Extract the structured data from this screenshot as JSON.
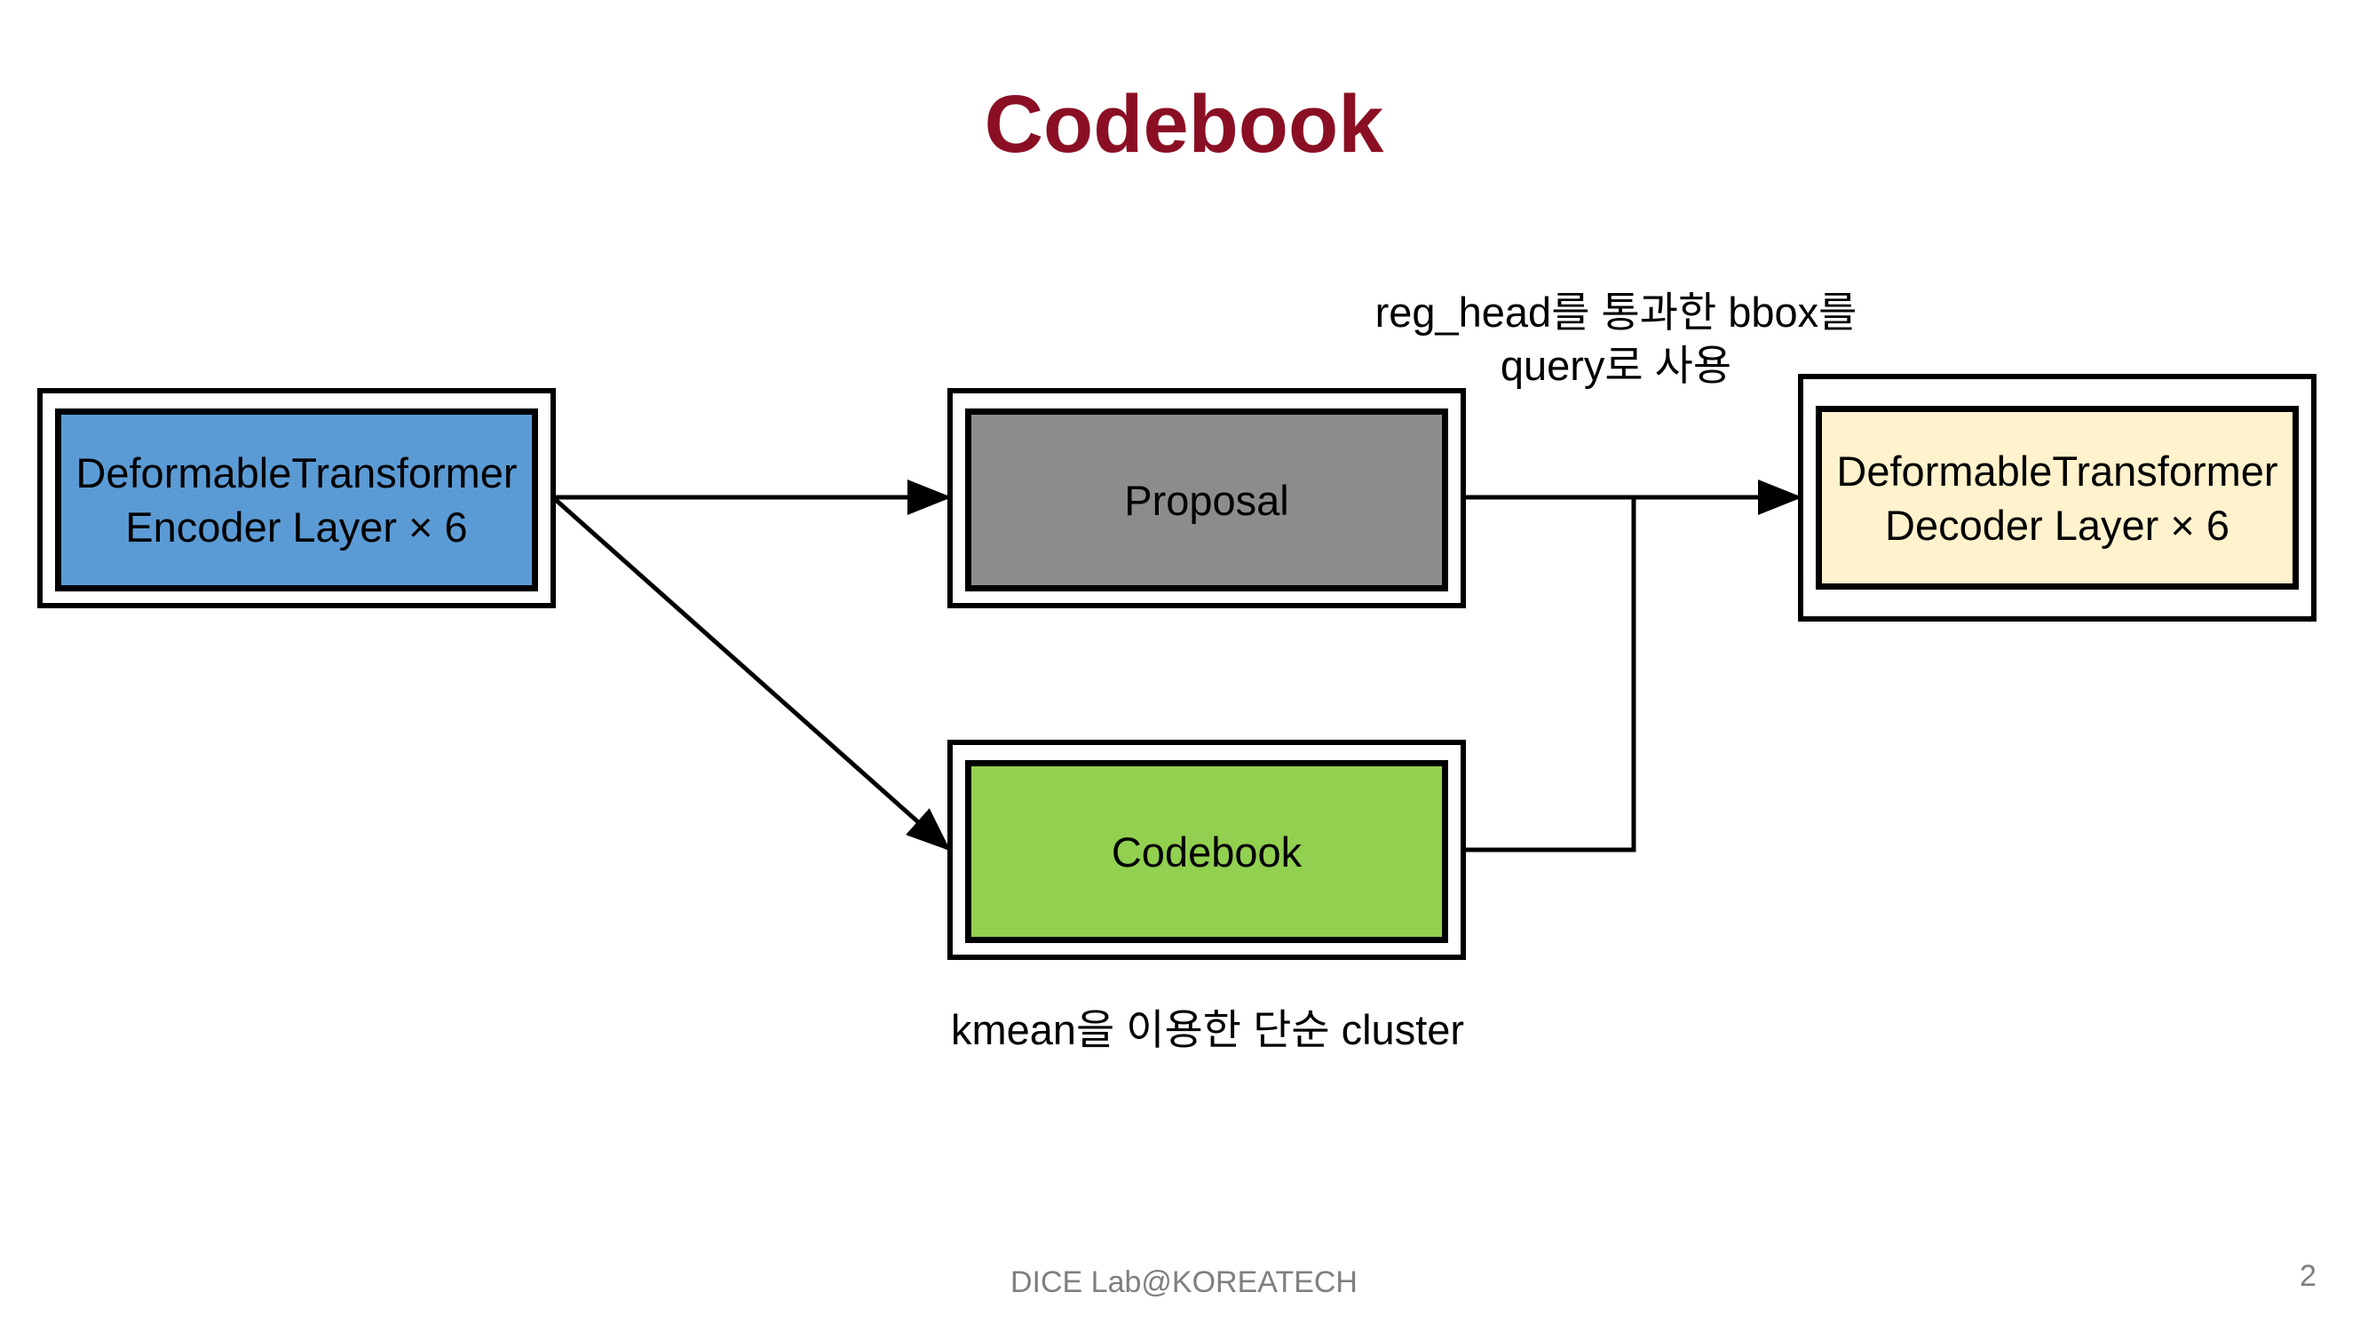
{
  "title": "Codebook",
  "nodes": {
    "encoder": {
      "line1": "DeformableTransformer",
      "line2": "Encoder Layer × 6",
      "fill": "#5b9bd5"
    },
    "proposal": {
      "line1": "Proposal",
      "fill": "#8c8c8c"
    },
    "codebook": {
      "line1": "Codebook",
      "fill": "#92d050"
    },
    "decoder": {
      "line1": "DeformableTransformer",
      "line2": "Decoder Layer × 6",
      "fill": "#fff2cc"
    }
  },
  "annotations": {
    "proposal_note_line1": "reg_head를 통과한 bbox를",
    "proposal_note_line2": "query로 사용",
    "codebook_note": "kmean을 이용한 단순 cluster"
  },
  "footer": {
    "text": "DICE Lab@KOREATECH",
    "page": "2"
  }
}
